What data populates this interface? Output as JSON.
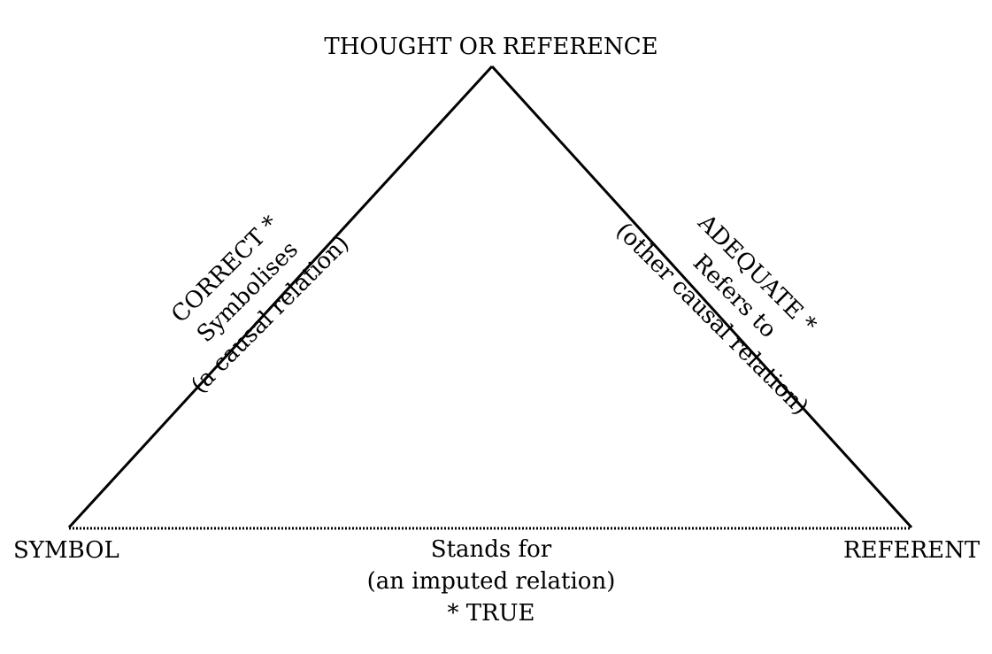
{
  "apex": {
    "label": "THOUGHT OR REFERENCE"
  },
  "left_corner": {
    "label": "SYMBOL"
  },
  "right_corner": {
    "label": "REFERENT"
  },
  "left_side": {
    "line1": "CORRECT *",
    "line2": "Symbolises",
    "line3": "(a causal relation)"
  },
  "right_side": {
    "line1": "ADEQUATE *",
    "line2": "Refers to",
    "line3": "(other causal relation)"
  },
  "base": {
    "line1": "Stands for",
    "line2": "(an imputed relation)",
    "line3": "* TRUE"
  },
  "colors": {
    "line": "#000000",
    "background": "#ffffff"
  }
}
